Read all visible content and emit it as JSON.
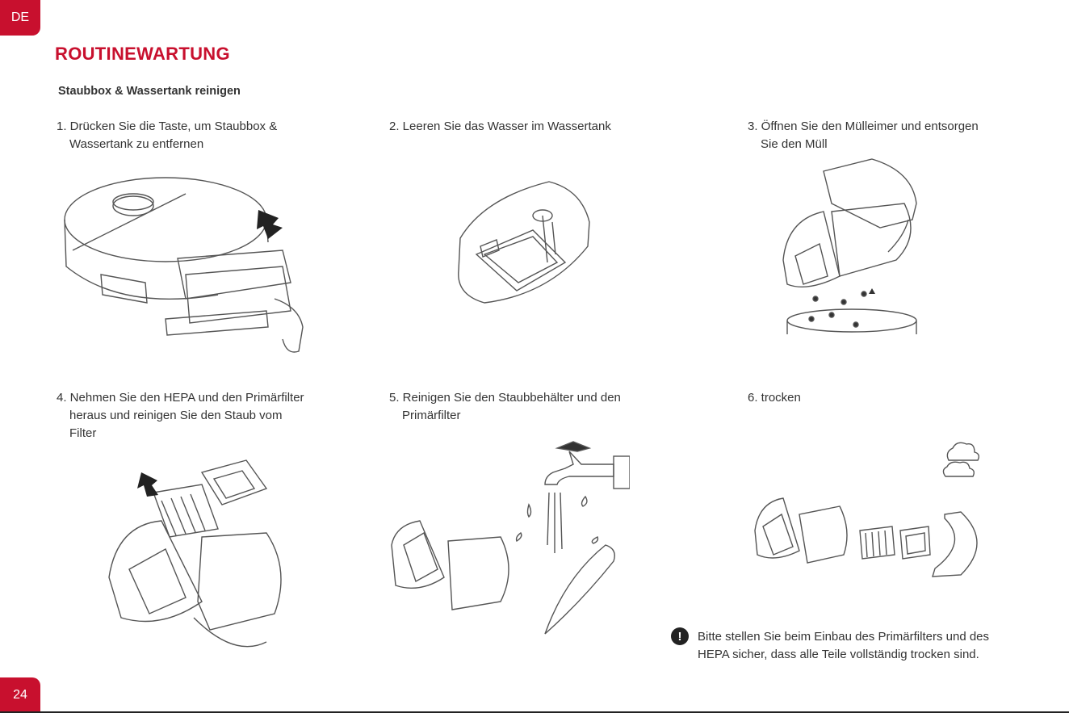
{
  "header": {
    "language_tab": "DE",
    "title": "ROUTINEWARTUNG",
    "subtitle": "Staubbox & Wassertank reinigen"
  },
  "steps": [
    {
      "line1": "1. Drücken Sie die Taste, um Staubbox &",
      "line2": "Wassertank zu entfernen",
      "line3": "",
      "icon": "robot-vacuum-remove-dustbin-illustration"
    },
    {
      "line1": "2. Leeren Sie das Wasser im Wassertank",
      "line2": "",
      "line3": "",
      "icon": "water-tank-emptying-illustration"
    },
    {
      "line1": "3. Öffnen Sie den Mülleimer und entsorgen",
      "line2": "Sie den Müll",
      "line3": "",
      "icon": "dustbin-emptying-illustration"
    },
    {
      "line1": "4. Nehmen Sie den HEPA und den Primärfilter",
      "line2": "heraus und reinigen Sie den Staub vom",
      "line3": "Filter",
      "icon": "filter-removal-illustration"
    },
    {
      "line1": "5. Reinigen Sie den Staubbehälter und den",
      "line2": "Primärfilter",
      "line3": "",
      "icon": "rinse-under-tap-illustration"
    },
    {
      "line1": "6. trocken",
      "line2": "",
      "line3": "",
      "icon": "air-dry-illustration"
    }
  ],
  "note": {
    "icon": "exclamation-icon",
    "line1": "Bitte stellen Sie beim Einbau des Primärfilters und des",
    "line2": "HEPA sicher, dass alle Teile vollständig trocken sind."
  },
  "footer": {
    "page_number": "24"
  },
  "colors": {
    "accent": "#c8102e",
    "text": "#333333",
    "line": "#555555"
  }
}
